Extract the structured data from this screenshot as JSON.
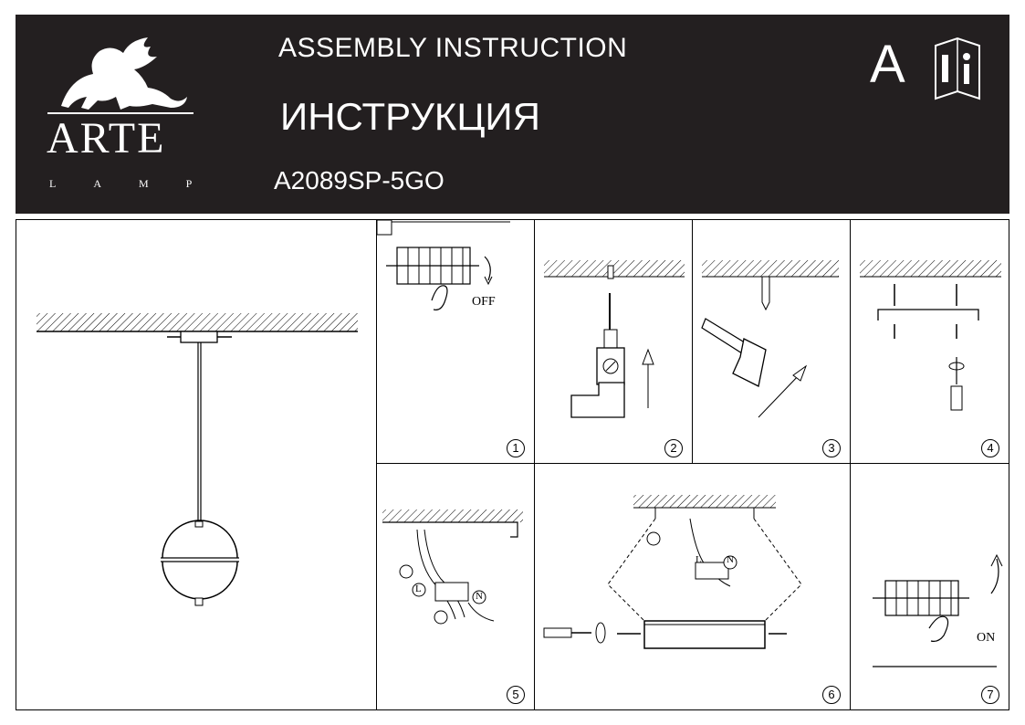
{
  "header": {
    "brand_name": "ARTE",
    "brand_sub": "LAMP",
    "title_en": "ASSEMBLY INSTRUCTION",
    "title_ru": "ИНСТРУКЦИЯ",
    "model": "A2089SP-5GO",
    "doc_letter": "A",
    "info_icon": "manual-info-icon"
  },
  "steps": [
    {
      "number": "1",
      "label": "OFF"
    },
    {
      "number": "2",
      "label": ""
    },
    {
      "number": "3",
      "label": ""
    },
    {
      "number": "4",
      "label": ""
    },
    {
      "number": "5",
      "label": ""
    },
    {
      "number": "6",
      "label": ""
    },
    {
      "number": "7",
      "label": "ON"
    }
  ],
  "wire_labels": {
    "live": "L",
    "neutral": "N"
  }
}
